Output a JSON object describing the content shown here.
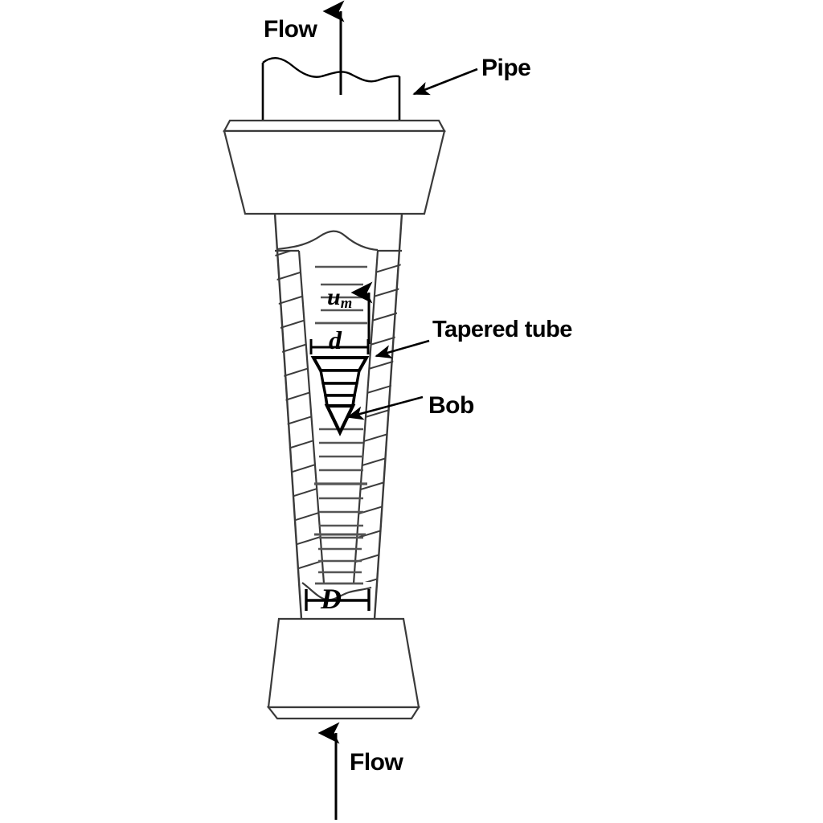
{
  "figure": {
    "title": "Rotameter (variable area flowmeter) schematic",
    "background_color": "#ffffff",
    "line_color": "#000000",
    "hatch_color": "#3c3c3c",
    "scale_color": "#555555"
  },
  "labels": {
    "flow_top": "Flow",
    "pipe": "Pipe",
    "tapered_tube": "Tapered tube",
    "bob": "Bob",
    "flow_bottom": "Flow"
  },
  "symbols": {
    "velocity": "u",
    "velocity_subscript": "m",
    "bob_diameter": "d",
    "tube_diameter": "D"
  },
  "components": {
    "pipe": {
      "name": "Pipe",
      "note": "upper vertical pipe with wavy break line"
    },
    "upper_fitting": {
      "name": "Upper end fitting",
      "shape": "trapezoid, wide top"
    },
    "tapered_tube": {
      "name": "Tapered tube",
      "shape": "vertical tapered tube, narrow at bottom, hatched walls"
    },
    "bob": {
      "name": "Bob",
      "shape": "float with flanged top and conical bottom"
    },
    "lower_fitting": {
      "name": "Lower end fitting",
      "shape": "trapezoid, wide bottom"
    },
    "scale": {
      "name": "Graduated scale",
      "major_ticks": 5,
      "minor_per_major": 4
    }
  },
  "arrows": {
    "flow_top": {
      "direction": "up"
    },
    "flow_bottom": {
      "direction": "up"
    },
    "velocity": {
      "direction": "up"
    },
    "pipe_leader": {
      "direction": "left"
    },
    "tapered_leader": {
      "direction": "left"
    },
    "bob_leader": {
      "direction": "left"
    }
  }
}
